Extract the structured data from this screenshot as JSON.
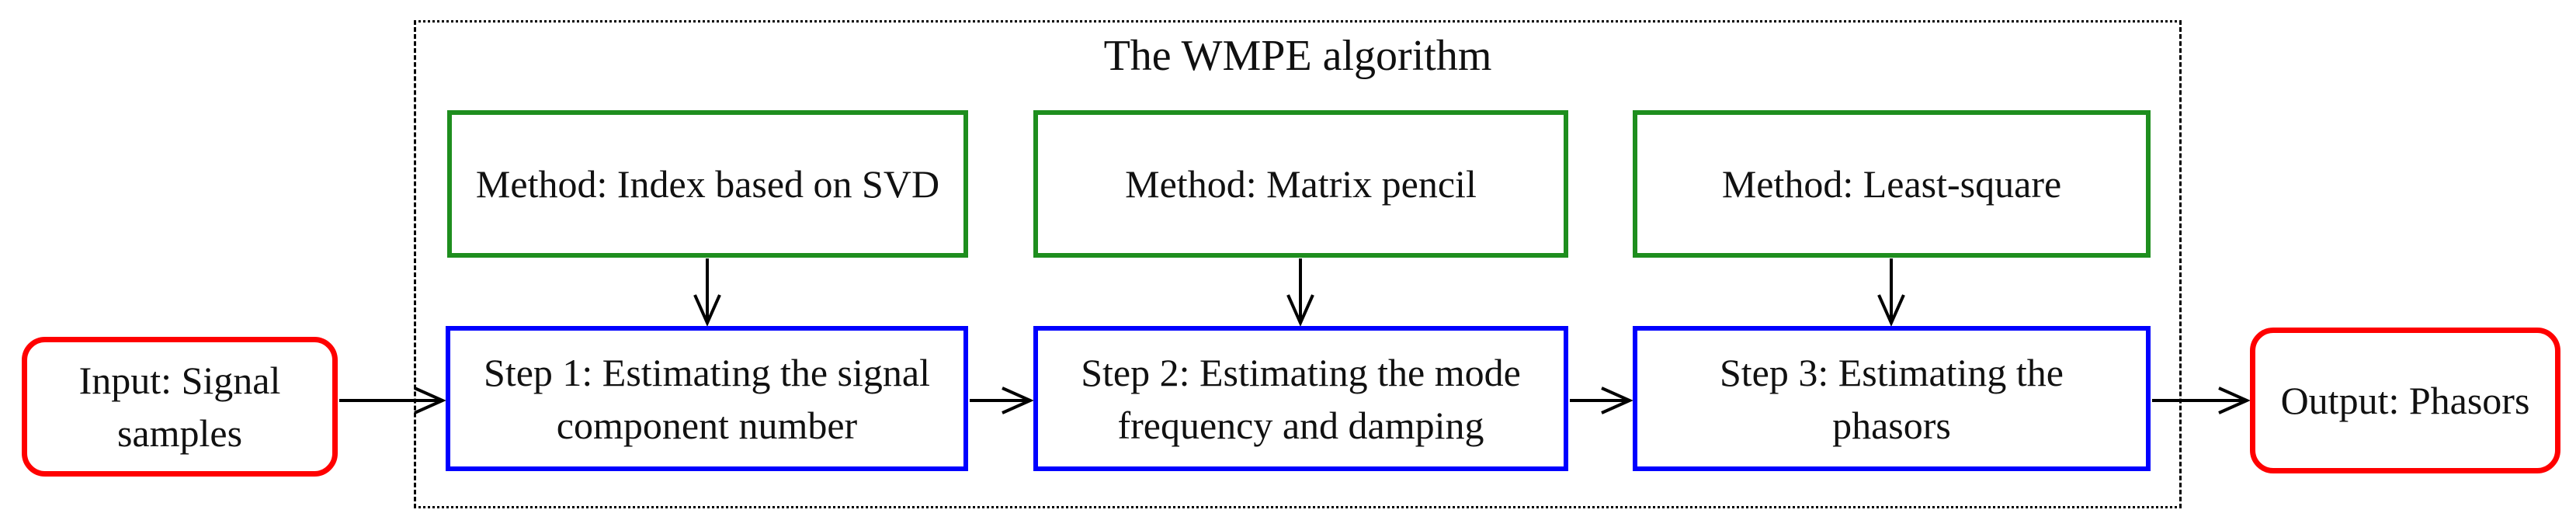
{
  "diagram": {
    "title": "The WMPE algorithm",
    "input": {
      "label": "Input: Signal\nsamples"
    },
    "output": {
      "label": "Output: Phasors"
    },
    "methods": [
      {
        "label": "Method: Index based on SVD"
      },
      {
        "label": "Method: Matrix pencil"
      },
      {
        "label": "Method: Least-square"
      }
    ],
    "steps": [
      {
        "label": "Step 1: Estimating the signal\ncomponent number"
      },
      {
        "label": "Step 2: Estimating the mode\nfrequency and damping"
      },
      {
        "label": "Step 3: Estimating the\nphasors"
      }
    ]
  },
  "colors": {
    "io_border": "#ff0000",
    "method_border": "#1e8e1e",
    "step_border": "#0000ff",
    "arrow_color": "#000000",
    "container_border": "#000000",
    "text": "#111111"
  }
}
